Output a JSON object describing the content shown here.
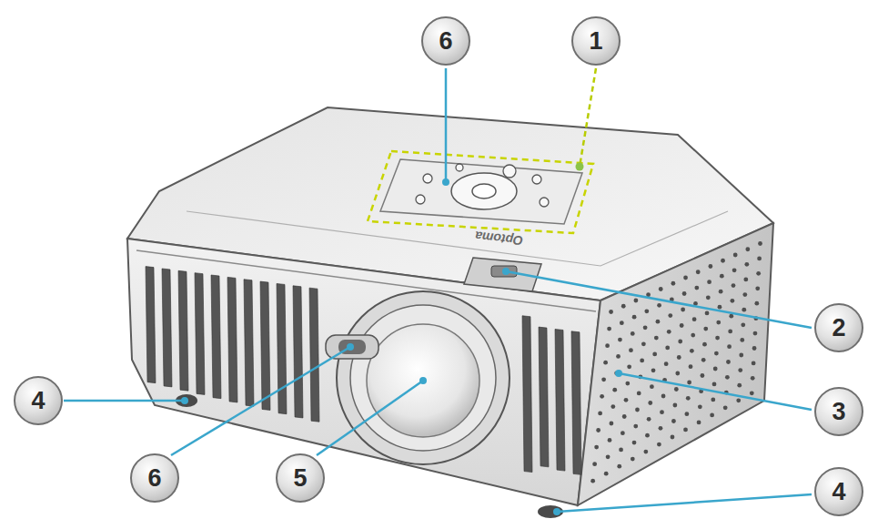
{
  "diagram": {
    "labels": [
      "6",
      "1",
      "2",
      "3",
      "4",
      "6",
      "5",
      "4",
      "Optoma"
    ]
  }
}
